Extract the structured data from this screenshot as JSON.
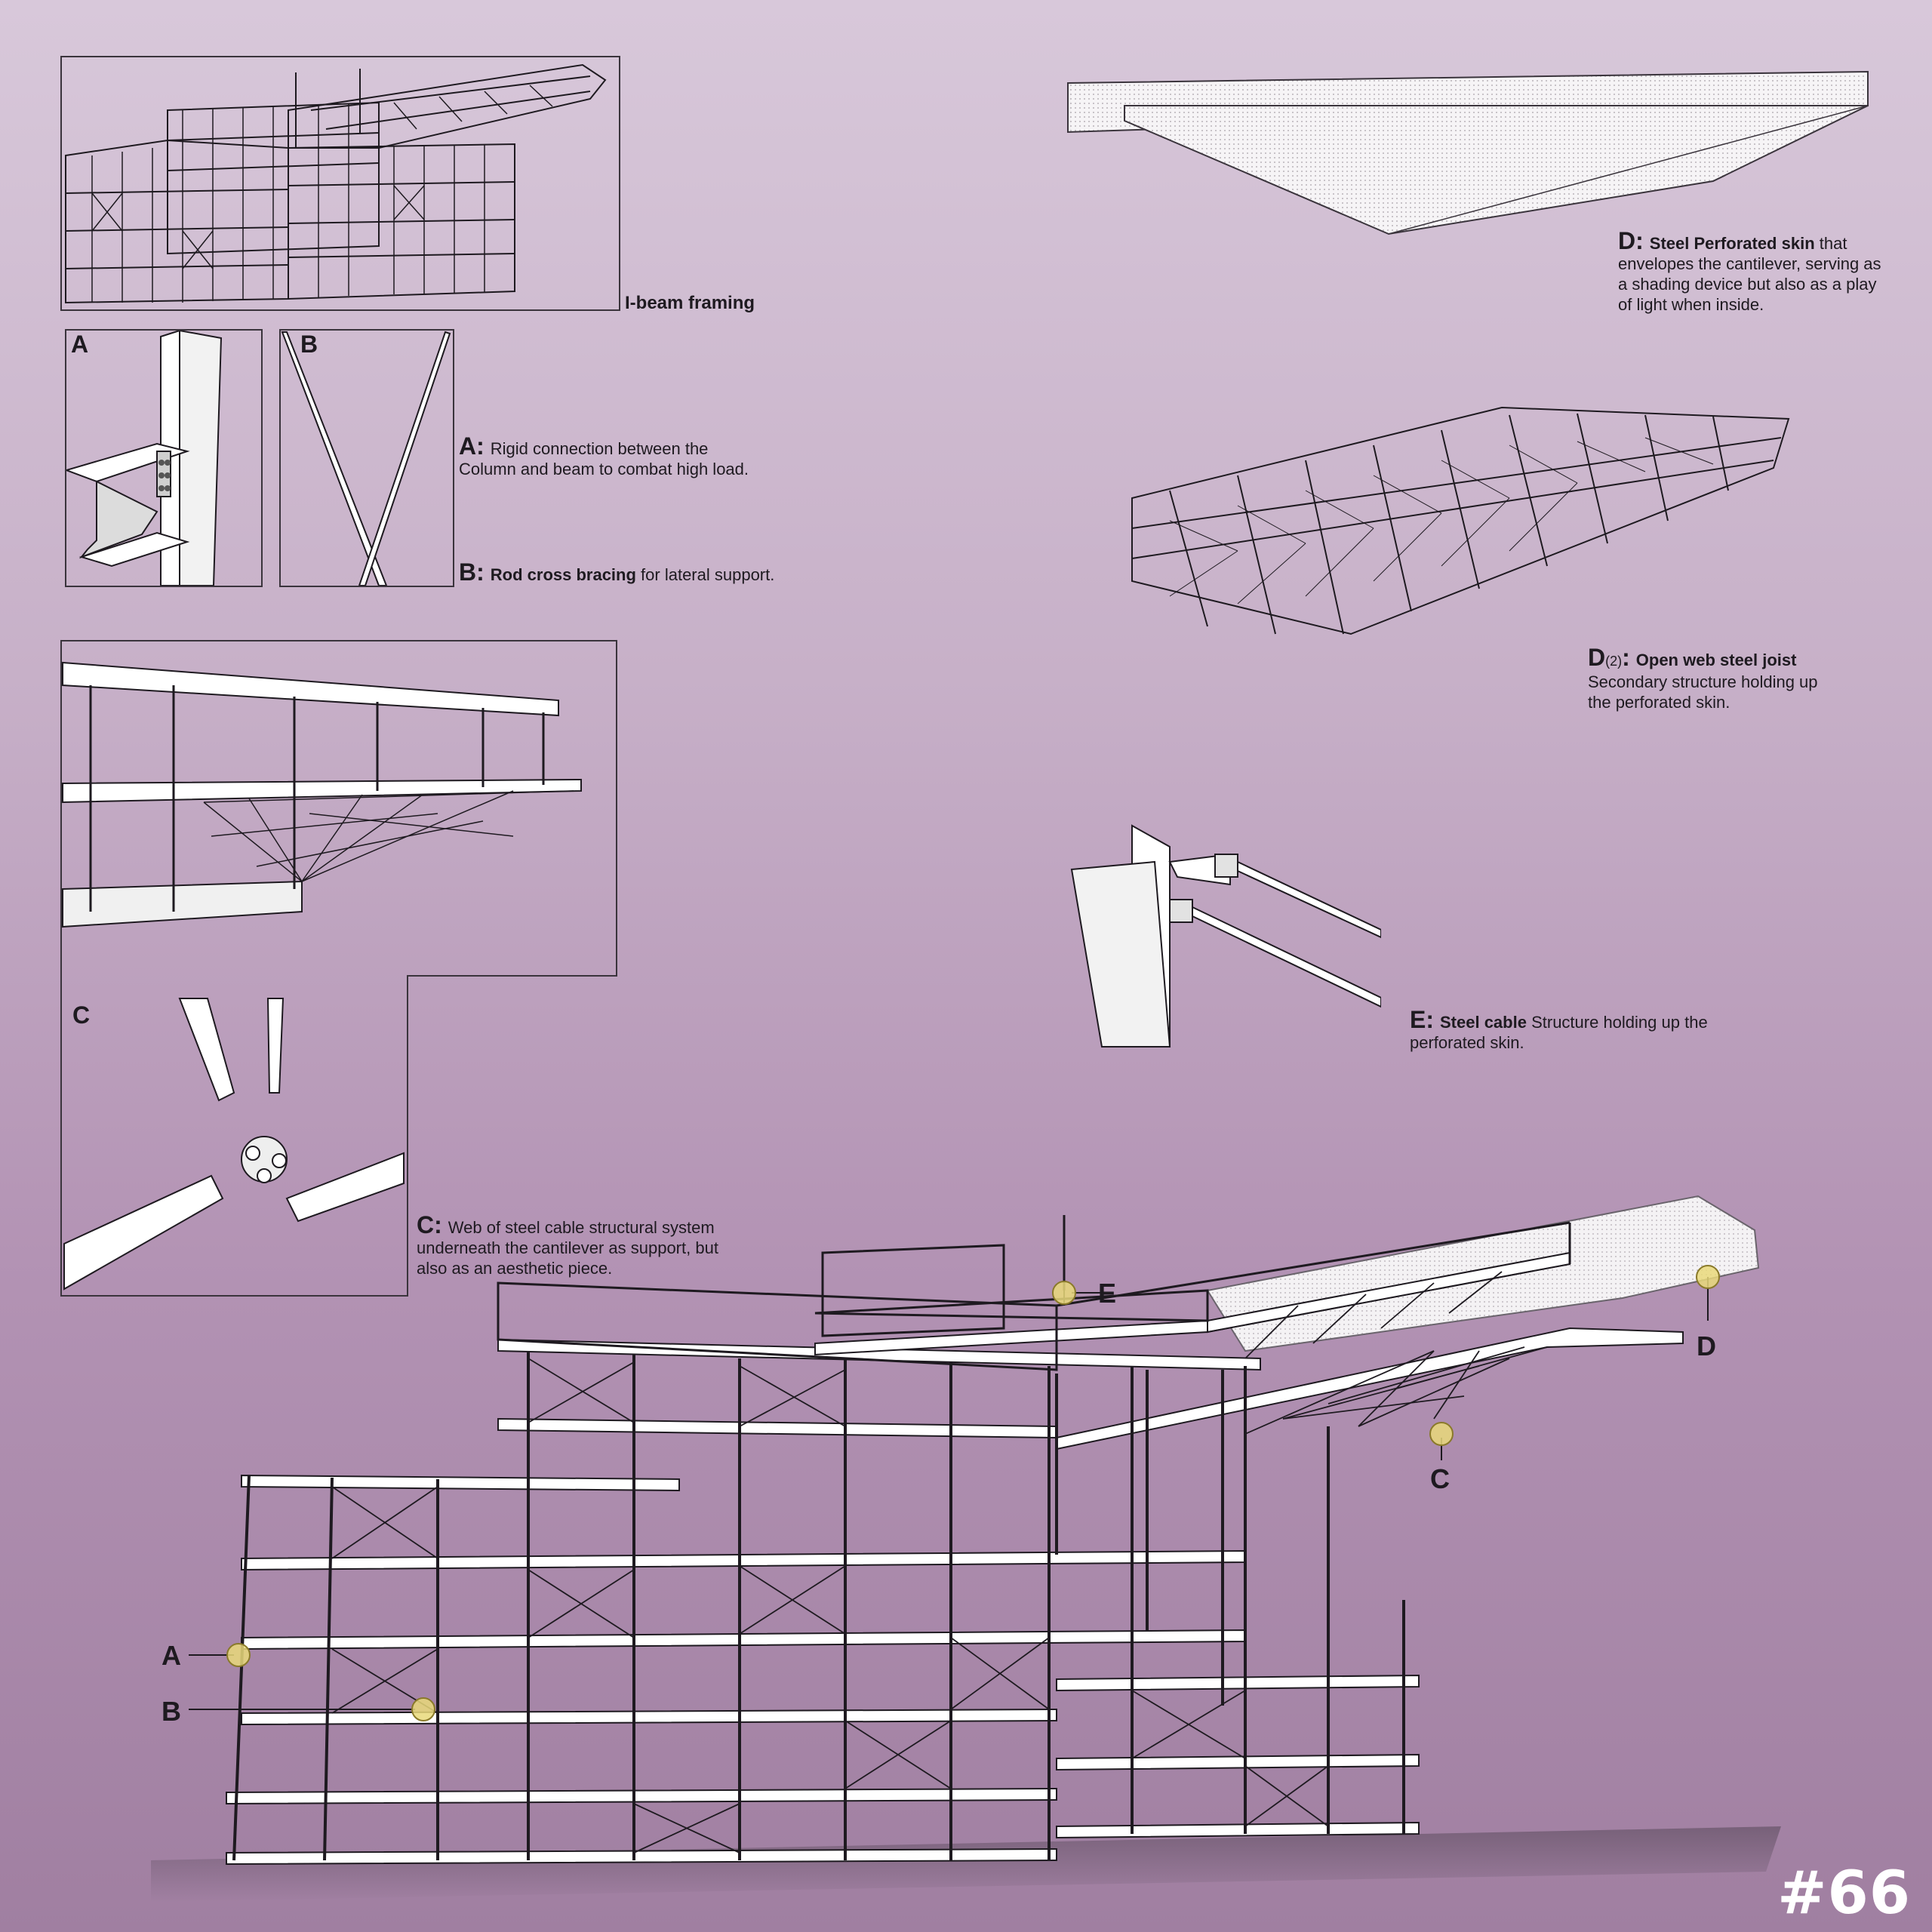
{
  "page_number": "#66",
  "captions": {
    "ibeam": {
      "text": "I-beam framing"
    },
    "a": {
      "key": "A:",
      "text": "Rigid connection between the Column and beam to combat high load."
    },
    "b": {
      "key": "B:",
      "bold": "Rod cross bracing",
      "text": "for lateral support."
    },
    "c": {
      "key": "C:",
      "text": "Web of steel cable structural system underneath the cantilever as support, but also as an aesthetic piece."
    },
    "d": {
      "key": "D:",
      "bold": "Steel Perforated skin",
      "text": "that envelopes the cantilever, serving as a shading device but also as a play of light when inside."
    },
    "d2": {
      "key": "D",
      "sub": "(2)",
      "colon": ":",
      "bold": "Open web steel joist",
      "text": "Secondary structure holding up the perforated skin."
    },
    "e": {
      "key": "E:",
      "bold": "Steel cable",
      "text": "Structure holding up the perforated skin."
    }
  },
  "panel_labels": {
    "a": "A",
    "b": "B",
    "c": "C"
  },
  "markers": {
    "a": "A",
    "b": "B",
    "c": "C",
    "d": "D",
    "e": "E"
  },
  "colors": {
    "marker_fill": "#e9d97a",
    "marker_stroke": "#8a7a2a",
    "line": "#1e1a20",
    "white": "#ffffff"
  }
}
